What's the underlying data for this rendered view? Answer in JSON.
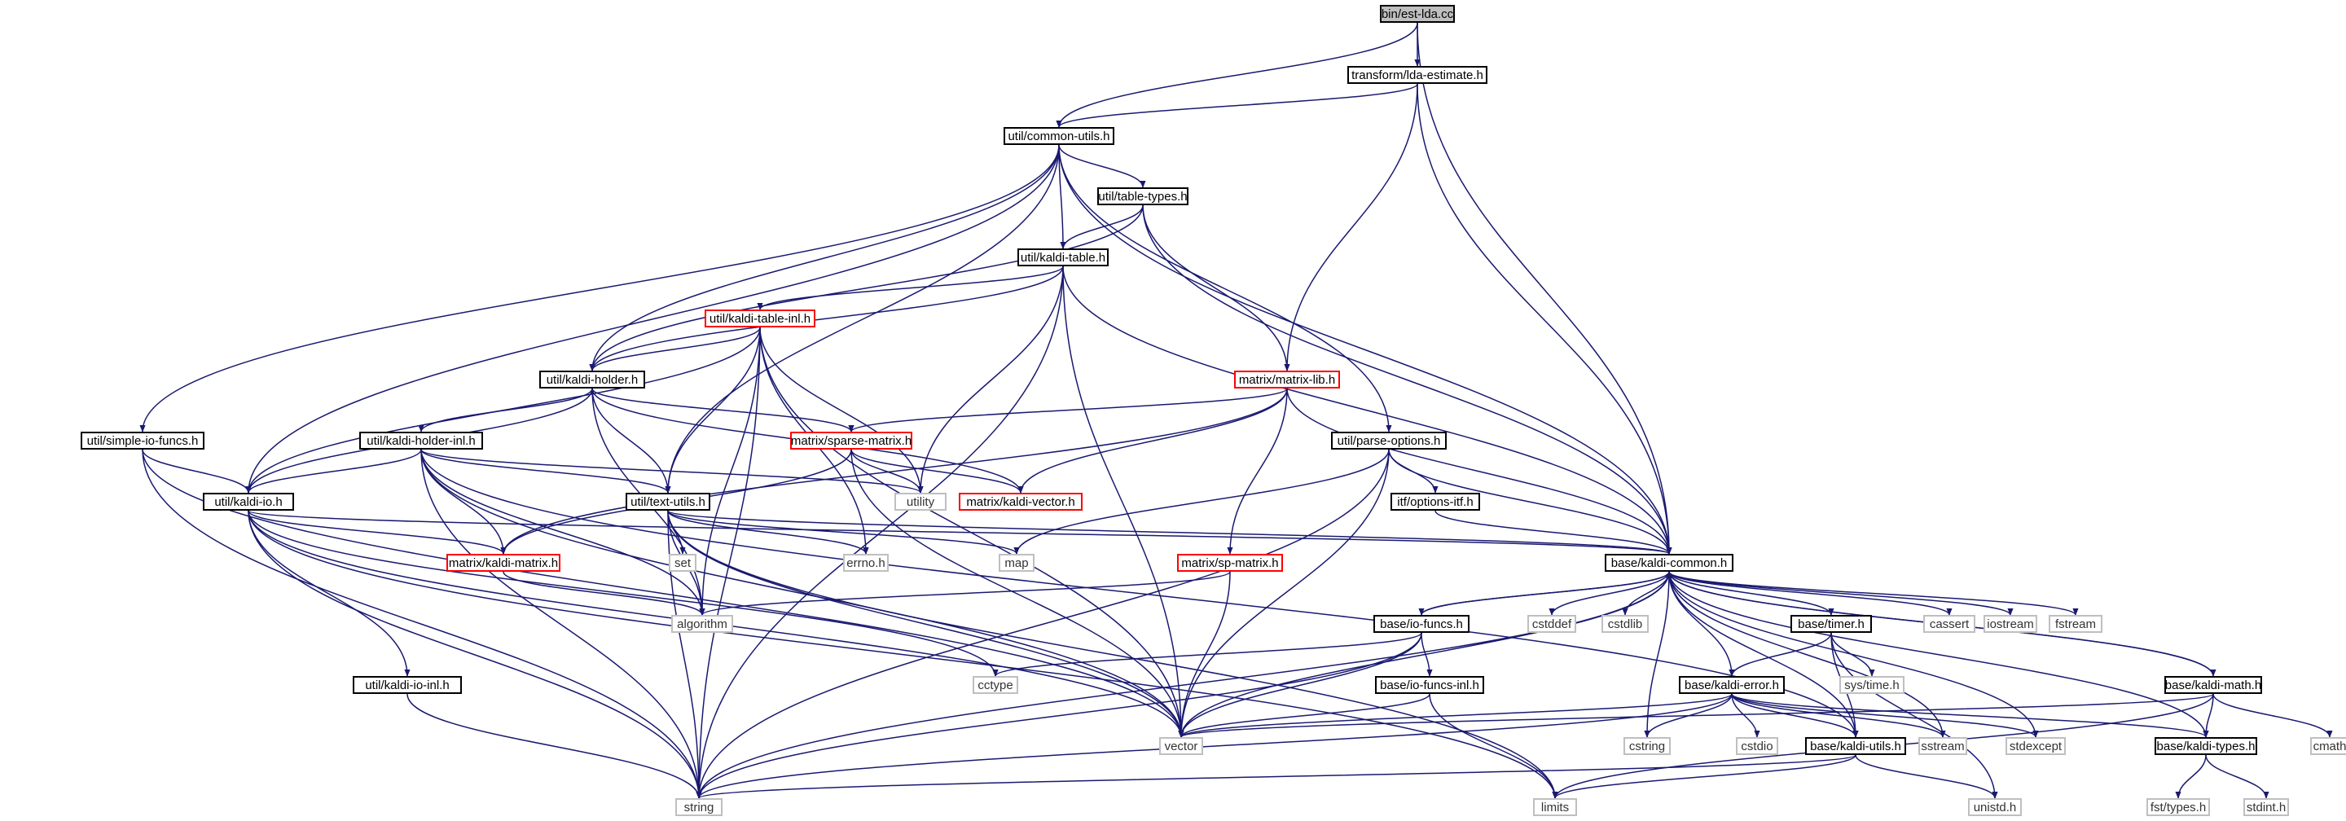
{
  "graph": {
    "nodes": [
      {
        "id": "est_lda",
        "label": "bin/est-lda.cc",
        "kind": "root"
      },
      {
        "id": "lda_estimate",
        "label": "transform/lda-estimate.h",
        "kind": "doc"
      },
      {
        "id": "common_utils",
        "label": "util/common-utils.h",
        "kind": "doc"
      },
      {
        "id": "table_types",
        "label": "util/table-types.h",
        "kind": "doc"
      },
      {
        "id": "kaldi_table",
        "label": "util/kaldi-table.h",
        "kind": "doc"
      },
      {
        "id": "kaldi_table_inl",
        "label": "util/kaldi-table-inl.h",
        "kind": "trunc"
      },
      {
        "id": "kaldi_holder",
        "label": "util/kaldi-holder.h",
        "kind": "doc"
      },
      {
        "id": "matrix_lib",
        "label": "matrix/matrix-lib.h",
        "kind": "trunc"
      },
      {
        "id": "simple_io",
        "label": "util/simple-io-funcs.h",
        "kind": "doc"
      },
      {
        "id": "holder_inl",
        "label": "util/kaldi-holder-inl.h",
        "kind": "doc"
      },
      {
        "id": "sparse_matrix",
        "label": "matrix/sparse-matrix.h",
        "kind": "trunc"
      },
      {
        "id": "parse_options",
        "label": "util/parse-options.h",
        "kind": "doc"
      },
      {
        "id": "kaldi_io",
        "label": "util/kaldi-io.h",
        "kind": "doc"
      },
      {
        "id": "text_utils",
        "label": "util/text-utils.h",
        "kind": "doc"
      },
      {
        "id": "utility",
        "label": "utility",
        "kind": "sys"
      },
      {
        "id": "kaldi_vector",
        "label": "matrix/kaldi-vector.h",
        "kind": "trunc"
      },
      {
        "id": "options_itf",
        "label": "itf/options-itf.h",
        "kind": "doc"
      },
      {
        "id": "set",
        "label": "set",
        "kind": "sys"
      },
      {
        "id": "errno",
        "label": "errno.h",
        "kind": "sys"
      },
      {
        "id": "map",
        "label": "map",
        "kind": "sys"
      },
      {
        "id": "kaldi_matrix",
        "label": "matrix/kaldi-matrix.h",
        "kind": "trunc"
      },
      {
        "id": "sp_matrix",
        "label": "matrix/sp-matrix.h",
        "kind": "trunc"
      },
      {
        "id": "kaldi_common",
        "label": "base/kaldi-common.h",
        "kind": "doc"
      },
      {
        "id": "algorithm",
        "label": "algorithm",
        "kind": "sys"
      },
      {
        "id": "io_funcs",
        "label": "base/io-funcs.h",
        "kind": "doc"
      },
      {
        "id": "cstddef",
        "label": "cstddef",
        "kind": "sys"
      },
      {
        "id": "cstdlib",
        "label": "cstdlib",
        "kind": "sys"
      },
      {
        "id": "timer",
        "label": "base/timer.h",
        "kind": "doc"
      },
      {
        "id": "cassert",
        "label": "cassert",
        "kind": "sys"
      },
      {
        "id": "iostream",
        "label": "iostream",
        "kind": "sys"
      },
      {
        "id": "fstream",
        "label": "fstream",
        "kind": "sys"
      },
      {
        "id": "cctype",
        "label": "cctype",
        "kind": "sys"
      },
      {
        "id": "kaldi_io_inl",
        "label": "util/kaldi-io-inl.h",
        "kind": "doc"
      },
      {
        "id": "io_funcs_inl",
        "label": "base/io-funcs-inl.h",
        "kind": "doc"
      },
      {
        "id": "kaldi_error",
        "label": "base/kaldi-error.h",
        "kind": "doc"
      },
      {
        "id": "sys_time",
        "label": "sys/time.h",
        "kind": "sys"
      },
      {
        "id": "kaldi_math",
        "label": "base/kaldi-math.h",
        "kind": "doc"
      },
      {
        "id": "vector",
        "label": "vector",
        "kind": "sys"
      },
      {
        "id": "cstring",
        "label": "cstring",
        "kind": "sys"
      },
      {
        "id": "cstdio",
        "label": "cstdio",
        "kind": "sys"
      },
      {
        "id": "kaldi_utils",
        "label": "base/kaldi-utils.h",
        "kind": "doc"
      },
      {
        "id": "sstream",
        "label": "sstream",
        "kind": "sys"
      },
      {
        "id": "stdexcept",
        "label": "stdexcept",
        "kind": "sys"
      },
      {
        "id": "kaldi_types",
        "label": "base/kaldi-types.h",
        "kind": "doc"
      },
      {
        "id": "cmath",
        "label": "cmath",
        "kind": "sys"
      },
      {
        "id": "string",
        "label": "string",
        "kind": "sys"
      },
      {
        "id": "limits",
        "label": "limits",
        "kind": "sys"
      },
      {
        "id": "unistd",
        "label": "unistd.h",
        "kind": "sys"
      },
      {
        "id": "fst_types",
        "label": "fst/types.h",
        "kind": "sys"
      },
      {
        "id": "stdint",
        "label": "stdint.h",
        "kind": "sys"
      }
    ],
    "edges": [
      [
        "est_lda",
        "lda_estimate"
      ],
      [
        "est_lda",
        "common_utils"
      ],
      [
        "est_lda",
        "kaldi_common"
      ],
      [
        "lda_estimate",
        "common_utils"
      ],
      [
        "lda_estimate",
        "matrix_lib"
      ],
      [
        "lda_estimate",
        "kaldi_common"
      ],
      [
        "common_utils",
        "simple_io"
      ],
      [
        "common_utils",
        "kaldi_io"
      ],
      [
        "common_utils",
        "kaldi_holder"
      ],
      [
        "common_utils",
        "text_utils"
      ],
      [
        "common_utils",
        "table_types"
      ],
      [
        "common_utils",
        "kaldi_table"
      ],
      [
        "common_utils",
        "parse_options"
      ],
      [
        "common_utils",
        "kaldi_common"
      ],
      [
        "table_types",
        "kaldi_holder"
      ],
      [
        "table_types",
        "kaldi_table"
      ],
      [
        "table_types",
        "matrix_lib"
      ],
      [
        "table_types",
        "kaldi_common"
      ],
      [
        "kaldi_table",
        "string"
      ],
      [
        "kaldi_table",
        "kaldi_holder"
      ],
      [
        "kaldi_table",
        "kaldi_table_inl"
      ],
      [
        "kaldi_table",
        "utility"
      ],
      [
        "kaldi_table",
        "vector"
      ],
      [
        "kaldi_table",
        "kaldi_common"
      ],
      [
        "kaldi_table_inl",
        "kaldi_io"
      ],
      [
        "kaldi_table_inl",
        "kaldi_holder"
      ],
      [
        "kaldi_table_inl",
        "text_utils"
      ],
      [
        "kaldi_table_inl",
        "errno"
      ],
      [
        "kaldi_table_inl",
        "algorithm"
      ],
      [
        "kaldi_table_inl",
        "string"
      ],
      [
        "kaldi_table_inl",
        "utility"
      ],
      [
        "kaldi_table_inl",
        "vector"
      ],
      [
        "kaldi_holder",
        "holder_inl"
      ],
      [
        "kaldi_holder",
        "kaldi_io"
      ],
      [
        "kaldi_holder",
        "text_utils"
      ],
      [
        "kaldi_holder",
        "sparse_matrix"
      ],
      [
        "kaldi_holder",
        "kaldi_vector"
      ],
      [
        "kaldi_holder",
        "algorithm"
      ],
      [
        "matrix_lib",
        "sparse_matrix"
      ],
      [
        "matrix_lib",
        "kaldi_vector"
      ],
      [
        "matrix_lib",
        "kaldi_matrix"
      ],
      [
        "matrix_lib",
        "sp_matrix"
      ],
      [
        "matrix_lib",
        "kaldi_common"
      ],
      [
        "simple_io",
        "kaldi_io"
      ],
      [
        "simple_io",
        "string"
      ],
      [
        "simple_io",
        "vector"
      ],
      [
        "holder_inl",
        "kaldi_io"
      ],
      [
        "holder_inl",
        "text_utils"
      ],
      [
        "holder_inl",
        "kaldi_matrix"
      ],
      [
        "holder_inl",
        "algorithm"
      ],
      [
        "holder_inl",
        "utility"
      ],
      [
        "holder_inl",
        "string"
      ],
      [
        "holder_inl",
        "vector"
      ],
      [
        "holder_inl",
        "kaldi_utils"
      ],
      [
        "sparse_matrix",
        "kaldi_matrix"
      ],
      [
        "sparse_matrix",
        "kaldi_vector"
      ],
      [
        "sparse_matrix",
        "utility"
      ],
      [
        "sparse_matrix",
        "vector"
      ],
      [
        "parse_options",
        "options_itf"
      ],
      [
        "parse_options",
        "map"
      ],
      [
        "parse_options",
        "vector"
      ],
      [
        "parse_options",
        "string"
      ],
      [
        "parse_options",
        "kaldi_common"
      ],
      [
        "kaldi_io",
        "kaldi_matrix"
      ],
      [
        "kaldi_io",
        "kaldi_io_inl"
      ],
      [
        "kaldi_io",
        "kaldi_common"
      ],
      [
        "kaldi_io",
        "cctype"
      ],
      [
        "kaldi_io",
        "string"
      ],
      [
        "kaldi_io",
        "vector"
      ],
      [
        "kaldi_io",
        "limits"
      ],
      [
        "text_utils",
        "set"
      ],
      [
        "text_utils",
        "errno"
      ],
      [
        "text_utils",
        "map"
      ],
      [
        "text_utils",
        "algorithm"
      ],
      [
        "text_utils",
        "string"
      ],
      [
        "text_utils",
        "vector"
      ],
      [
        "text_utils",
        "limits"
      ],
      [
        "text_utils",
        "kaldi_common"
      ],
      [
        "options_itf",
        "kaldi_common"
      ],
      [
        "kaldi_matrix",
        "algorithm"
      ],
      [
        "sp_matrix",
        "algorithm"
      ],
      [
        "sp_matrix",
        "vector"
      ],
      [
        "kaldi_io_inl",
        "string"
      ],
      [
        "kaldi_common",
        "io_funcs"
      ],
      [
        "kaldi_common",
        "cstddef"
      ],
      [
        "kaldi_common",
        "cstdlib"
      ],
      [
        "kaldi_common",
        "timer"
      ],
      [
        "kaldi_common",
        "cassert"
      ],
      [
        "kaldi_common",
        "iostream"
      ],
      [
        "kaldi_common",
        "fstream"
      ],
      [
        "kaldi_common",
        "kaldi_error"
      ],
      [
        "kaldi_common",
        "kaldi_math"
      ],
      [
        "kaldi_common",
        "kaldi_utils"
      ],
      [
        "kaldi_common",
        "kaldi_types"
      ],
      [
        "kaldi_common",
        "vector"
      ],
      [
        "kaldi_common",
        "string"
      ],
      [
        "kaldi_common",
        "cstring"
      ],
      [
        "kaldi_common",
        "sstream"
      ],
      [
        "kaldi_common",
        "stdexcept"
      ],
      [
        "io_funcs",
        "io_funcs_inl"
      ],
      [
        "io_funcs",
        "kaldi_common"
      ],
      [
        "io_funcs",
        "cctype"
      ],
      [
        "io_funcs",
        "vector"
      ],
      [
        "io_funcs",
        "string"
      ],
      [
        "io_funcs_inl",
        "vector"
      ],
      [
        "io_funcs_inl",
        "limits"
      ],
      [
        "timer",
        "kaldi_error"
      ],
      [
        "timer",
        "sys_time"
      ],
      [
        "timer",
        "unistd"
      ],
      [
        "timer",
        "kaldi_utils"
      ],
      [
        "kaldi_error",
        "vector"
      ],
      [
        "kaldi_error",
        "cstring"
      ],
      [
        "kaldi_error",
        "cstdio"
      ],
      [
        "kaldi_error",
        "kaldi_utils"
      ],
      [
        "kaldi_error",
        "sstream"
      ],
      [
        "kaldi_error",
        "stdexcept"
      ],
      [
        "kaldi_error",
        "kaldi_types"
      ],
      [
        "kaldi_error",
        "string"
      ],
      [
        "kaldi_math",
        "kaldi_common"
      ],
      [
        "kaldi_math",
        "kaldi_types"
      ],
      [
        "kaldi_math",
        "cmath"
      ],
      [
        "kaldi_math",
        "limits"
      ],
      [
        "kaldi_math",
        "vector"
      ],
      [
        "kaldi_utils",
        "string"
      ],
      [
        "kaldi_utils",
        "limits"
      ],
      [
        "kaldi_utils",
        "unistd"
      ],
      [
        "kaldi_types",
        "fst_types"
      ],
      [
        "kaldi_types",
        "stdint"
      ]
    ],
    "colors": {
      "edge": "#191970",
      "node_border": "#000000",
      "truncated_border": "#ff0000",
      "system_border": "#bfbfbf",
      "root_fill": "#bfbfbf"
    }
  }
}
